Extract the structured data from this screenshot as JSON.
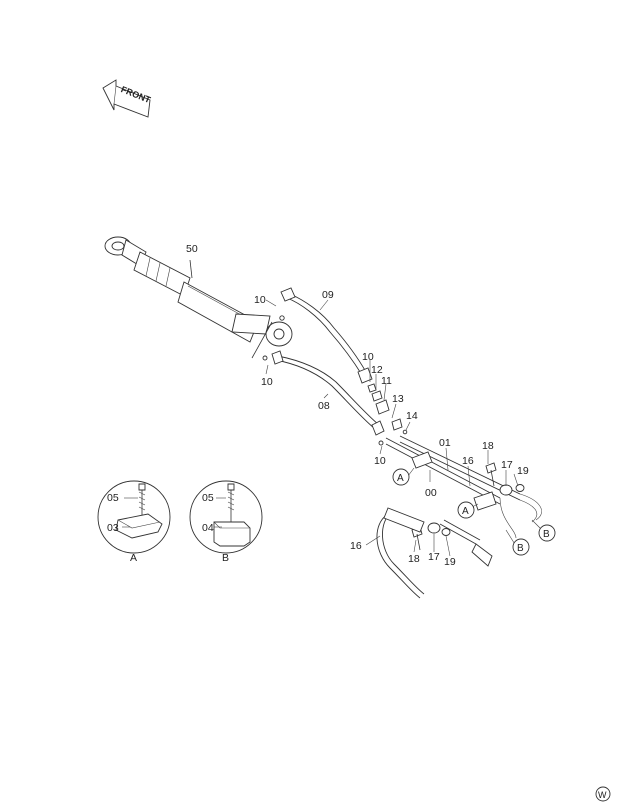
{
  "front_arrow": {
    "label": "FRONT"
  },
  "callouts": {
    "n50": "50",
    "n10a": "10",
    "n09": "09",
    "n10b": "10",
    "n08": "08",
    "n10c": "10",
    "n12": "12",
    "n11": "11",
    "n13": "13",
    "n14": "14",
    "n10d": "10",
    "n01": "01",
    "n16a": "16",
    "n18a": "18",
    "n17a": "17",
    "n19a": "19",
    "n00": "00",
    "n16b": "16",
    "n18b": "18",
    "n17b": "17",
    "n19b": "19"
  },
  "refs": {
    "A1": "A",
    "A2": "A",
    "B1": "B",
    "B2": "B"
  },
  "detail_a": {
    "bolt": "05",
    "clamp": "03",
    "letter": "A"
  },
  "detail_b": {
    "bolt": "05",
    "clamp": "04",
    "letter": "B"
  },
  "corner_mark": "W"
}
